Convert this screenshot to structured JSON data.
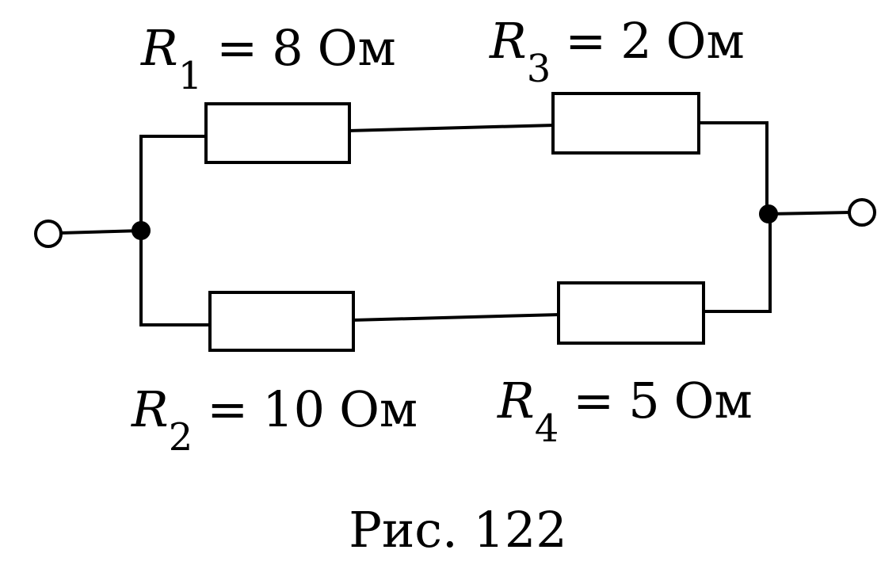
{
  "resistors": [
    {
      "symbol": "R",
      "index": "1",
      "eq": "=",
      "value": "8",
      "unit": "Ом"
    },
    {
      "symbol": "R",
      "index": "2",
      "eq": "=",
      "value": "10",
      "unit": "Ом"
    },
    {
      "symbol": "R",
      "index": "3",
      "eq": "=",
      "value": "2",
      "unit": "Ом"
    },
    {
      "symbol": "R",
      "index": "4",
      "eq": "=",
      "value": "5",
      "unit": "Ом"
    }
  ],
  "caption": "Рис. 122",
  "colors": {
    "ink": "#000000",
    "paper": "#ffffff"
  }
}
